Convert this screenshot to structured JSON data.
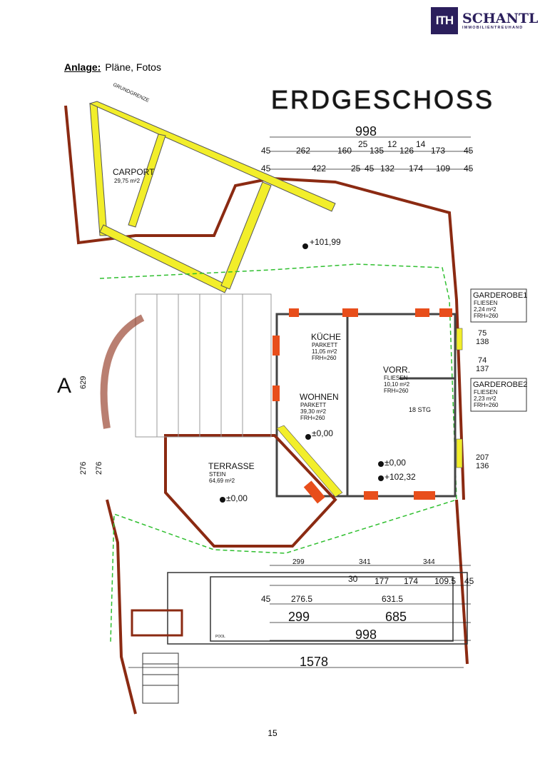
{
  "header": {
    "logo_mark": "ITH",
    "logo_name": "SCHANTL",
    "logo_sub": "IMMOBILIENTREUHAND"
  },
  "heading": {
    "label": "Anlage:",
    "text": "Pläne, Fotos"
  },
  "plan": {
    "title": "ERDGESCHOSS",
    "total_top": "998",
    "dims_row1": [
      "45",
      "262",
      "160",
      "25",
      "135",
      "12",
      "126",
      "14",
      "173",
      "45"
    ],
    "dims_row2": [
      "45",
      "422",
      "25",
      "45",
      "132",
      "174",
      "109",
      "45"
    ],
    "carport": {
      "name": "CARPORT",
      "area": "29,75 m²2"
    },
    "kueche": {
      "name": "KÜCHE",
      "floor": "PARKETT",
      "area": "11,05 m²2",
      "frh": "FRH=260"
    },
    "wohnen": {
      "name": "WOHNEN",
      "floor": "PARKETT",
      "area": "39,30 m²2",
      "frh": "FRH=260"
    },
    "vorr": {
      "name": "VORR.",
      "floor": "FLIESEN",
      "area": "10,10 m²2",
      "frh": "FRH=260"
    },
    "terrasse": {
      "name": "TERRASSE",
      "floor": "STEIN",
      "area": "64,69 m²2"
    },
    "garderobe1": {
      "name": "GARDEROBE1",
      "floor": "FLIESEN",
      "area": "2,24 m²2",
      "frh": "FRH=260"
    },
    "garderobe2": {
      "name": "GARDEROBE2",
      "floor": "FLIESEN",
      "area": "2,23 m²2",
      "frh": "FRH=260"
    },
    "levels": {
      "top": "+101,99",
      "wohnen": "±0,00",
      "vorr": "±0,00",
      "vorr2": "+102,32",
      "terrasse": "±0,00"
    },
    "stairs": "18 STG",
    "section_mark": "A",
    "left_dims": [
      "629",
      "276",
      "276"
    ],
    "right_dims": [
      "75",
      "138",
      "74",
      "137",
      "207",
      "136"
    ],
    "bottom_row1": [
      "299",
      "341",
      "344"
    ],
    "bottom_row2": [
      "30",
      "177",
      "174",
      "109.5",
      "45"
    ],
    "bottom_row3": [
      "45",
      "276.5",
      "631.5"
    ],
    "bottom_row4": [
      "299",
      "685"
    ],
    "bottom_total1": "998",
    "bottom_total2": "1578",
    "grenze": "GRUNDGRENZE",
    "pool": "POOL"
  },
  "page_number": "15"
}
